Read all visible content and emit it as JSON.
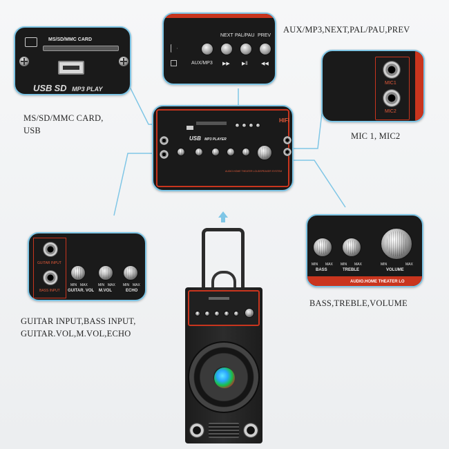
{
  "captions": {
    "card_usb": [
      "MS/SD/MMC CARD,",
      "USB"
    ],
    "transport": "AUX/MP3,NEXT,PAL/PAU,PREV",
    "mic": "MIC 1, MIC2",
    "guitar": [
      "GUITAR INPUT,BASS INPUT,",
      "GUITAR.VOL,M.VOL,ECHO"
    ],
    "tone": "BASS,TREBLE,VOLUME"
  },
  "card_panel": {
    "slot_label": "MS/SD/MMC CARD",
    "logo": "USB",
    "logo_suffix": "MP3 PLAY"
  },
  "transport_panel": {
    "top_labels": [
      "NEXT",
      "PAL/PAU",
      "PREV"
    ],
    "bottom_labels": [
      "AUX/MP3",
      "▶▶",
      "▶ll",
      "◀◀"
    ]
  },
  "mic_panel": {
    "labels": [
      "MIC1",
      "MIC2"
    ]
  },
  "guitar_panel": {
    "inputs": [
      "GUITAR INPUT",
      "BASS INPUT"
    ],
    "knobs": [
      {
        "min": "MIN",
        "max": "MAX",
        "name": "GUITAR. VOL"
      },
      {
        "min": "MIN",
        "max": "MAX",
        "name": "M.VOL"
      },
      {
        "min": "MIN",
        "max": "MAX",
        "name": "ECHO"
      }
    ]
  },
  "tone_panel": {
    "knobs": [
      {
        "min": "MIN",
        "max": "MAX",
        "name": "BASS"
      },
      {
        "min": "MIN",
        "max": "MAX",
        "name": "TREBLE"
      },
      {
        "min": "MIN",
        "max": "MAX",
        "name": "VOLUME"
      }
    ],
    "strip": "AUDIO.HOME THEATER LO"
  },
  "main_panel": {
    "brand": "HIFI",
    "logo": "USB",
    "subtitle": "MP3 PLAYER",
    "strip": "AUDIO.HOME THEATER LOUDSPEAKER SYSTEM"
  },
  "colors": {
    "accent_line": "#7fc6e6",
    "panel_red": "#c9351e"
  }
}
